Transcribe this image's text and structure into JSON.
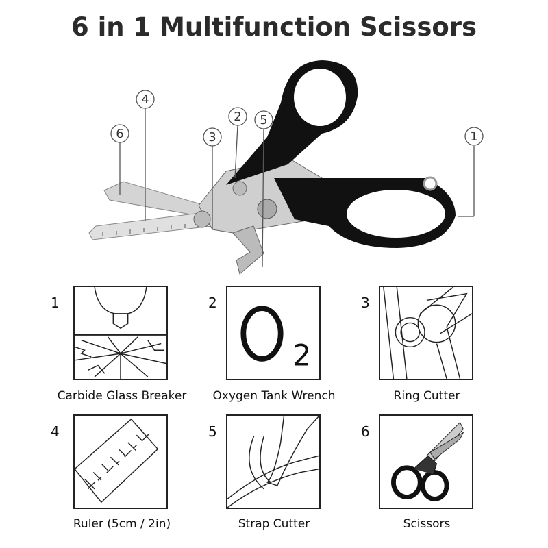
{
  "title": "6 in 1 Multifunction Scissors",
  "callouts": [
    "1",
    "2",
    "3",
    "4",
    "5",
    "6"
  ],
  "features": [
    {
      "number": "1",
      "label": "Carbide Glass Breaker",
      "icon": "glass-breaker-icon"
    },
    {
      "number": "2",
      "label": "Oxygen Tank Wrench",
      "icon": "oxygen-o2-icon",
      "icon_text": "O",
      "icon_sub": "2"
    },
    {
      "number": "3",
      "label": "Ring Cutter",
      "icon": "ring-cutter-icon"
    },
    {
      "number": "4",
      "label": "Ruler (5cm / 2in)",
      "icon": "ruler-icon"
    },
    {
      "number": "5",
      "label": "Strap Cutter",
      "icon": "strap-cutter-icon"
    },
    {
      "number": "6",
      "label": "Scissors",
      "icon": "scissors-icon"
    }
  ],
  "colors": {
    "handle": "#111111",
    "blade": "#c8c8c8",
    "text": "#2b2b2b"
  }
}
